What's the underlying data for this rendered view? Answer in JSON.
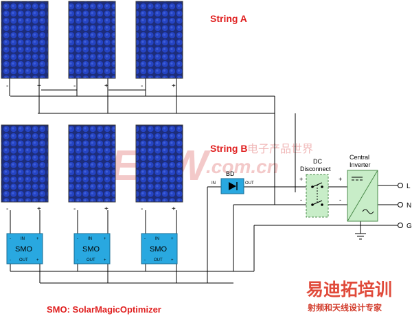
{
  "titles": {
    "string_a": "String A",
    "string_b": "String B",
    "smo_legend": "SMO: SolarMagicOptimizer"
  },
  "polarity": {
    "minus": "-",
    "plus": "+"
  },
  "smo": {
    "label": "SMO",
    "in": "IN",
    "out": "OUT"
  },
  "bypass_diode": {
    "label": "BD",
    "in": "IN",
    "out": "OUT"
  },
  "dc_disconnect": {
    "line1": "DC",
    "line2": "Disconnect"
  },
  "inverter": {
    "line1": "Central",
    "line2": "Inverter"
  },
  "terminals": {
    "l": "L",
    "n": "N",
    "g": "G"
  },
  "watermark": {
    "big": "EEPW",
    "com": ".com.cn",
    "cn": "电子产品世界"
  },
  "logo": {
    "main": "易迪拓培训",
    "sub": "射频和天线设计专家"
  },
  "colors": {
    "panel_bg": "#1d2d7a",
    "cell": "#1f3bb0",
    "smo_fill": "#29a8e0",
    "disconnect_fill": "#c8edc8",
    "title_red": "#e02020"
  }
}
